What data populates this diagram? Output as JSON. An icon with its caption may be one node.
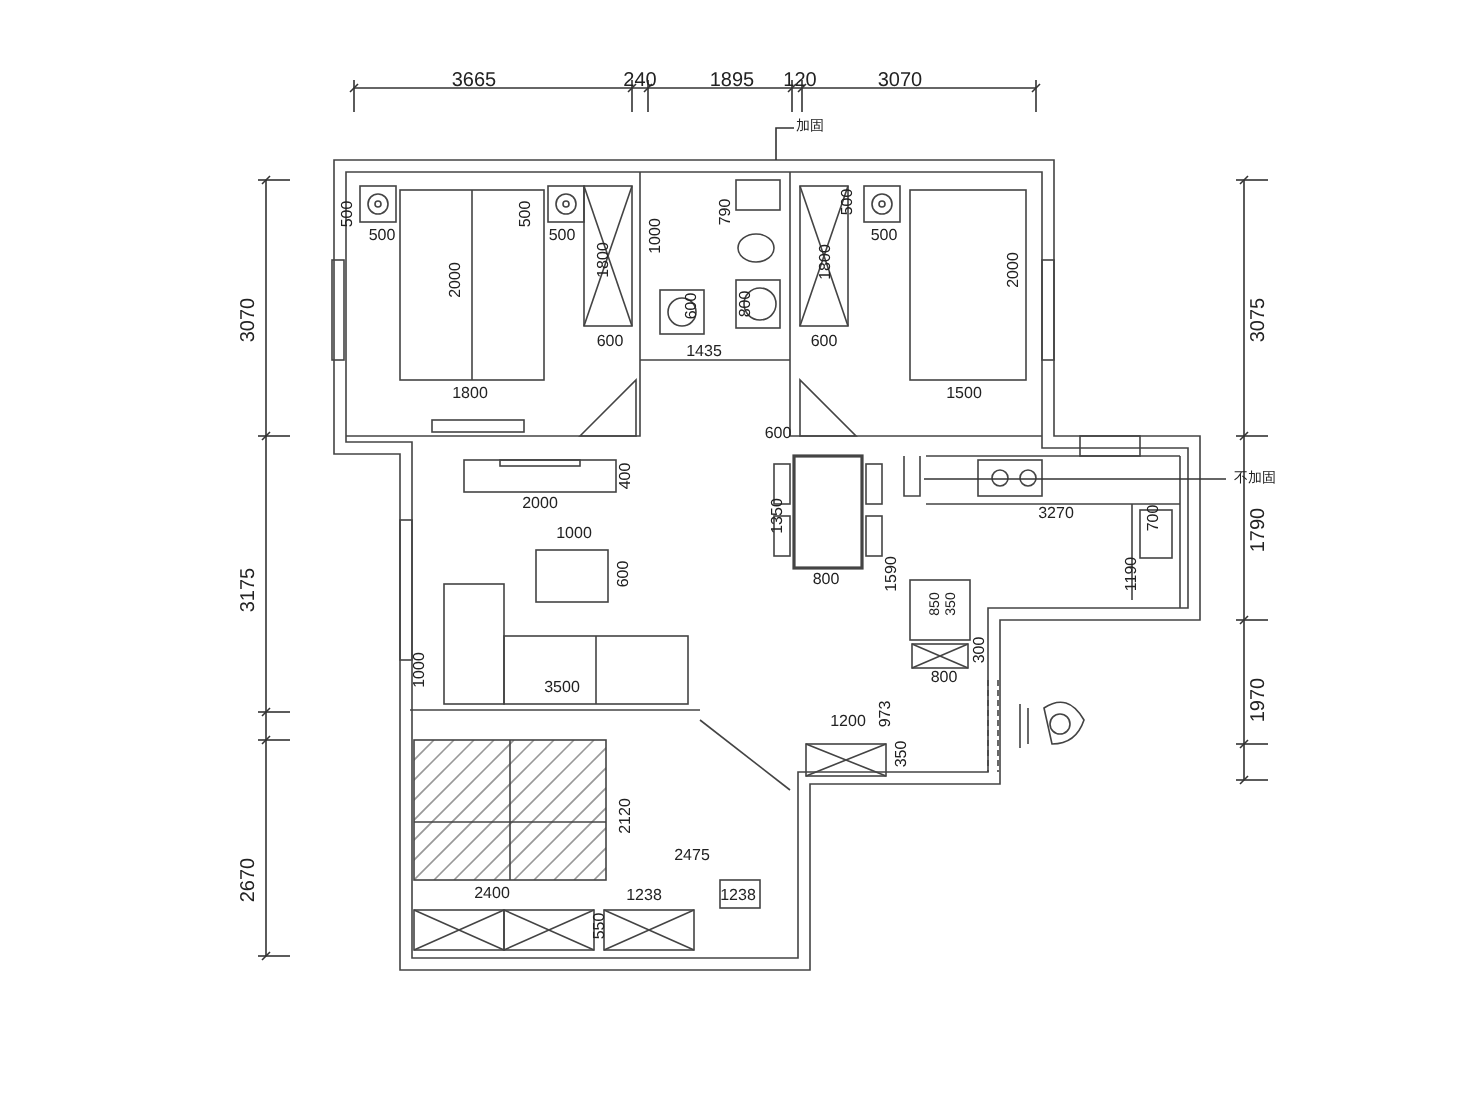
{
  "diagram": {
    "nodes": [
      {
        "text": [
          "加固"
        ]
      },
      {
        "text": [
          "不加固"
        ]
      }
    ],
    "edges": [
      {
        "from": 0,
        "to": null,
        "arrow": "none"
      },
      {
        "from": 1,
        "to": null,
        "arrow": "none"
      }
    ],
    "labels": [
      "3665",
      "240",
      "1895",
      "120",
      "3070",
      "500",
      "500",
      "1000",
      "790",
      "500",
      "500",
      "500",
      "500",
      "2000",
      "1800",
      "1800",
      "2000",
      "3070",
      "3075",
      "600",
      "800",
      "600",
      "1435",
      "600",
      "1800",
      "1500",
      "600",
      "400",
      "2000",
      "3270",
      "1350",
      "700",
      "1790",
      "3175",
      "1000",
      "600",
      "800",
      "1590",
      "1190",
      "850",
      "350",
      "300",
      "1000",
      "800",
      "3500",
      "1970",
      "973",
      "1200",
      "350",
      "2120",
      "2475",
      "2670",
      "2400",
      "1238",
      "1238",
      "550"
    ]
  }
}
